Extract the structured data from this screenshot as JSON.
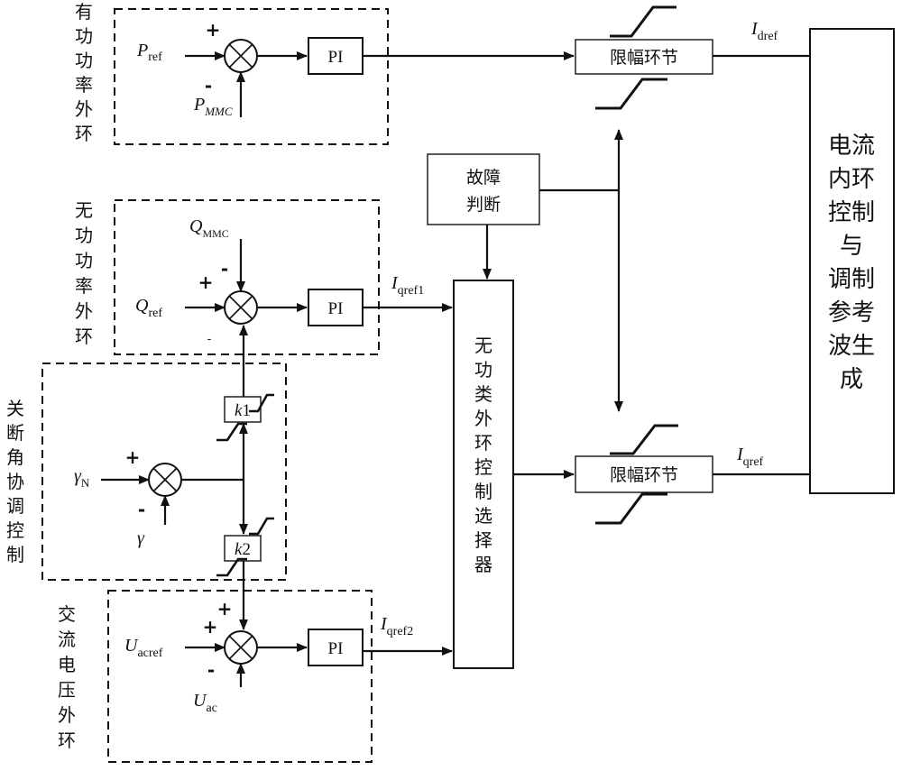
{
  "loops": {
    "active_power_outer": {
      "label": [
        "有",
        "功",
        "功",
        "率",
        "外",
        "环"
      ]
    },
    "reactive_power_outer": {
      "label": [
        "无",
        "功",
        "功",
        "率",
        "外",
        "环"
      ]
    },
    "extinction_angle": {
      "label": [
        "关",
        "断",
        "角",
        "协",
        "调",
        "控",
        "制"
      ]
    },
    "ac_voltage_outer": {
      "label": [
        "交",
        "流",
        "电",
        "压",
        "外",
        "环"
      ]
    }
  },
  "blocks": {
    "pi": "PI",
    "limiter": "限幅环节",
    "fault_detect": [
      "故障",
      "判断"
    ],
    "selector": [
      "无",
      "功",
      "类",
      "外",
      "环",
      "控",
      "制",
      "选",
      "择",
      "器"
    ],
    "current_inner": [
      "电流",
      "内环",
      "控制",
      "与",
      "调制",
      "参考",
      "波生",
      "成"
    ],
    "k1": {
      "main": "k",
      "sub": "1"
    },
    "k2": {
      "main": "k",
      "sub": "2"
    }
  },
  "signals": {
    "p_ref": {
      "main": "P",
      "sub": "ref"
    },
    "p_mmc": {
      "main": "P",
      "sub": "MMC"
    },
    "q_mmc": {
      "main": "Q",
      "sub": "MMC"
    },
    "q_ref": {
      "main": "Q",
      "sub": "ref"
    },
    "i_qref1": {
      "main": "I",
      "sub": "qref1"
    },
    "i_qref2": {
      "main": "I",
      "sub": "qref2"
    },
    "i_dref": {
      "main": "I",
      "sub": "dref"
    },
    "i_qref": {
      "main": "I",
      "sub": "qref"
    },
    "gamma_n": {
      "main": "γ",
      "sub": "N"
    },
    "gamma": {
      "main": "γ",
      "sub": ""
    },
    "u_acref": {
      "main": "U",
      "sub": "acref"
    },
    "u_ac": {
      "main": "U",
      "sub": "ac"
    }
  },
  "signs": {
    "plus": "+",
    "minus": "-"
  }
}
